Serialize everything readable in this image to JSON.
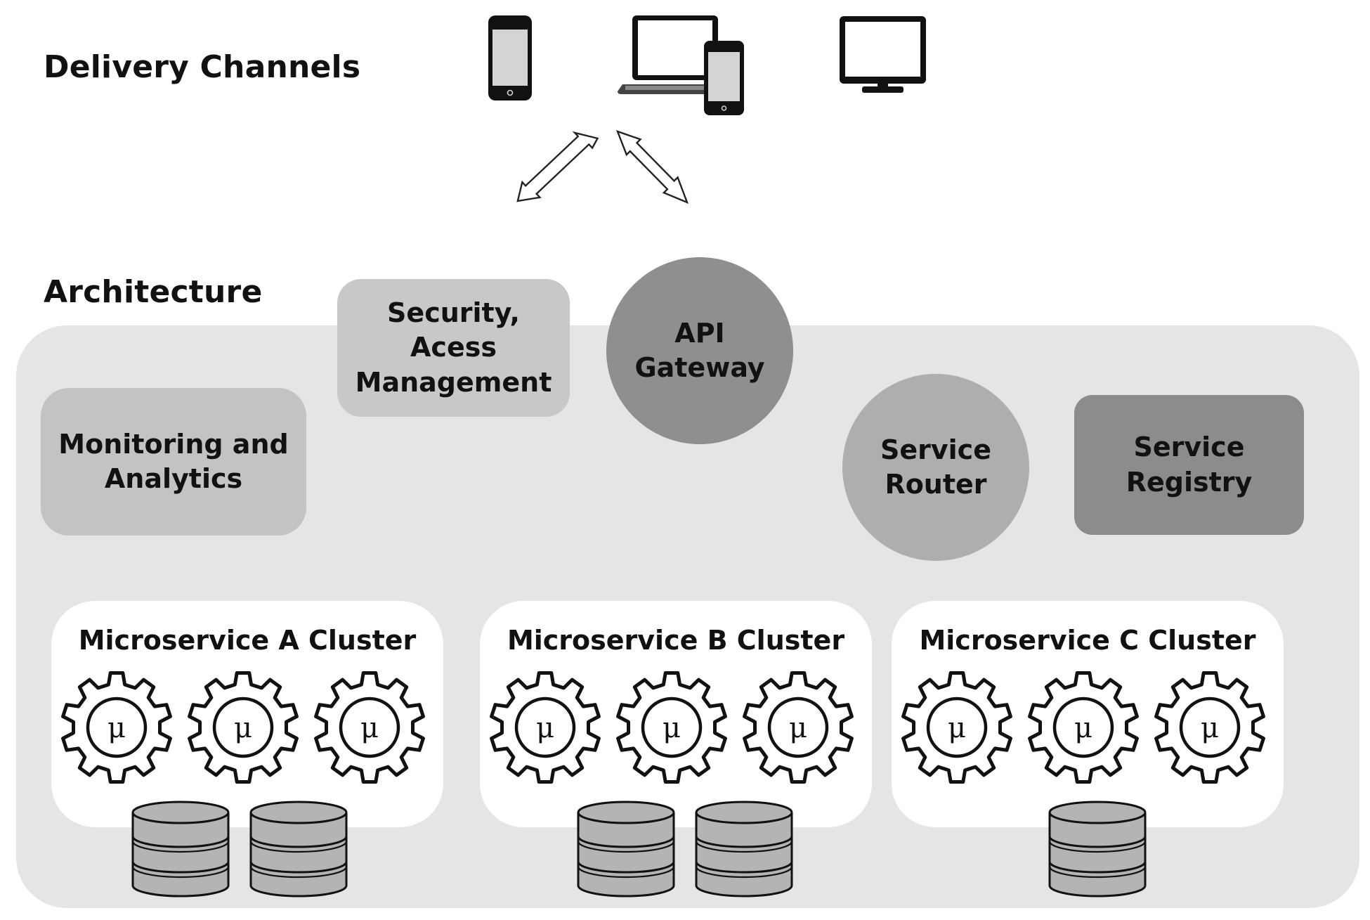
{
  "delivery_channels": {
    "title": "Delivery Channels",
    "devices": [
      "mobile-phone-icon",
      "laptop-with-phone-icon",
      "desktop-monitor-icon"
    ],
    "arrows": [
      "bidirectional-arrow-icon",
      "bidirectional-arrow-icon"
    ]
  },
  "architecture": {
    "title": "Architecture",
    "security": {
      "lines": [
        "Security,",
        "Acess",
        "Management"
      ]
    },
    "api_gateway": {
      "lines": [
        "API",
        "Gateway"
      ]
    },
    "monitoring": {
      "lines": [
        "Monitoring and",
        "Analytics"
      ]
    },
    "service_router": {
      "lines": [
        "Service",
        "Router"
      ]
    },
    "service_registry": {
      "lines": [
        "Service",
        "Registry"
      ]
    },
    "clusters": [
      {
        "title": "Microservice A Cluster",
        "gear_symbol": "μ",
        "gears": 3,
        "databases": 2
      },
      {
        "title": "Microservice B Cluster",
        "gear_symbol": "μ",
        "gears": 3,
        "databases": 2
      },
      {
        "title": "Microservice C Cluster",
        "gear_symbol": "μ",
        "gears": 3,
        "databases": 1
      }
    ]
  },
  "colors": {
    "panel": "#e5e5e5",
    "security_box": "#c8c8c8",
    "monitoring_box": "#c3c3c3",
    "api_gateway": "#8f8f8f",
    "service_router": "#aeaeae",
    "service_registry": "#8c8c8c",
    "cluster": "#ffffff",
    "database": "#b4b4b4"
  }
}
